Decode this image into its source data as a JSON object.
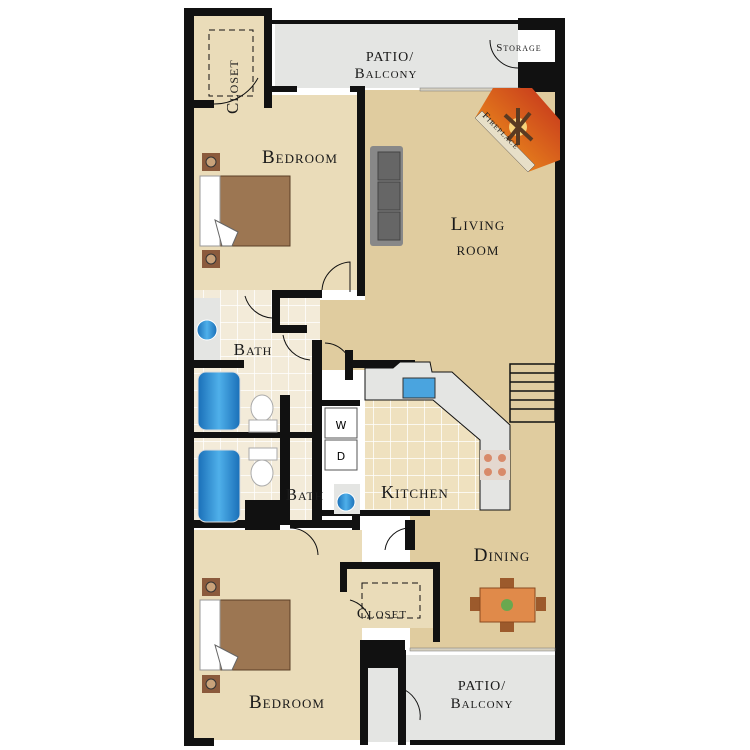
{
  "rooms": {
    "closet_top": "Closet",
    "patio_top_line1": "PATIO/",
    "patio_top_line2": "Balcony",
    "storage": "Storage",
    "fireplace": "Fireplace",
    "bedroom_top": "Bedroom",
    "living_line1": "Living",
    "living_line2": "room",
    "bath_top": "Bath",
    "bath_bottom": "Bath",
    "kitchen": "Kitchen",
    "dining": "Dining",
    "closet_bottom": "Closet",
    "bedroom_bottom": "Bedroom",
    "patio_bottom_line1": "PATIO/",
    "patio_bottom_line2": "Balcony"
  },
  "appliances": {
    "washer": "W",
    "dryer": "D"
  },
  "colors": {
    "wall": "#111111",
    "carpet": "#eadcb9",
    "living": "#e0cc9f",
    "tile": "#f3ebd9",
    "patio": "#e4e5e3",
    "tub": "#2f8fd6",
    "fireplace": "#e8701a"
  }
}
